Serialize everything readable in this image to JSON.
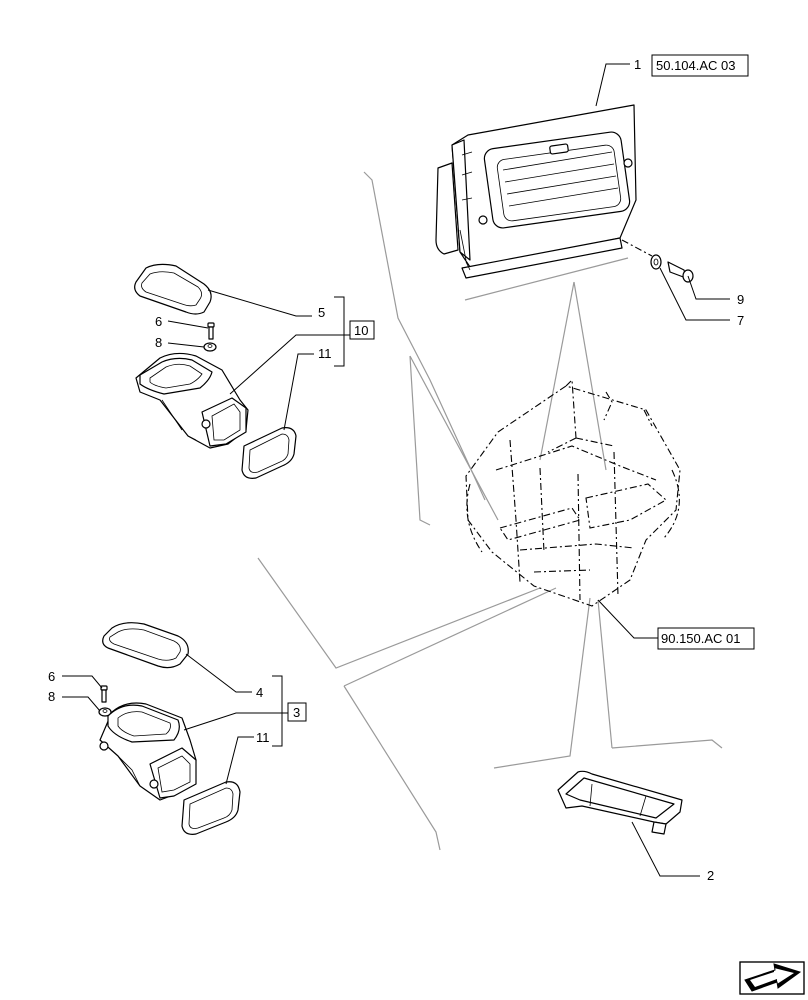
{
  "callouts": {
    "c1": "1",
    "c2": "2",
    "c3": "3",
    "c4": "4",
    "c5": "5",
    "c6a": "6",
    "c6b": "6",
    "c7": "7",
    "c8a": "8",
    "c8b": "8",
    "c9": "9",
    "c10": "10",
    "c11a": "11",
    "c11b": "11"
  },
  "references": {
    "top_ref": "50.104.AC 03",
    "frame_ref": "90.150.AC 01"
  },
  "icons": {
    "nav_arrow": "next-page-arrow-icon"
  }
}
